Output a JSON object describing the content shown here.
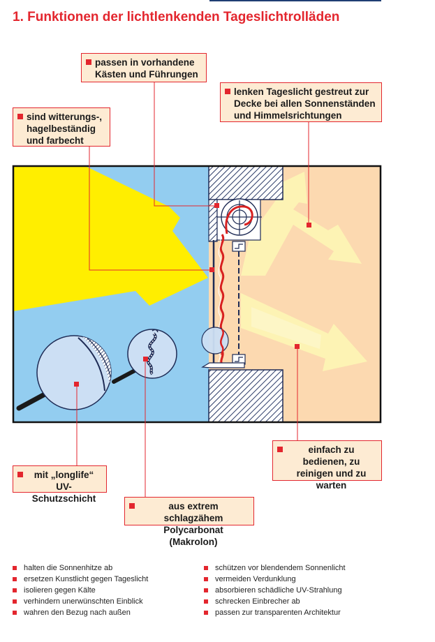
{
  "title": "1. Funktionen der lichtlenkenden Tageslichtrolläden",
  "callouts": {
    "kaesten": "passen in vorhandene Kästen und Führungen",
    "tageslicht": "lenken Tageslicht gestreut zur Decke bei allen Sonnenständen und Himmelsrichtungen",
    "witterung": "sind witterungs-, hagelbeständig und farbecht",
    "bedienen": "einfach zu bedienen, zu reinigen und zu warten",
    "longlife": "mit „longlife“ UV-Schutzschicht",
    "polycarbonat": "aus extrem schlagzähem Polycarbonat (Makrolon)"
  },
  "bullets_left": [
    "halten die Sonnenhitze ab",
    "ersetzen Kunstlicht gegen Tageslicht",
    "isolieren gegen Kälte",
    "verhindern unerwünschten Einblick",
    "wahren den Bezug nach außen"
  ],
  "bullets_right": [
    "schützen vor blendendem Sonnenlicht",
    "vermeiden Verdunklung",
    "absorbieren schädliche UV-Strahlung",
    "schrecken Einbrecher ab",
    "passen zur transparenten Architektur"
  ],
  "colors": {
    "accent": "#e3262e",
    "sky": "#93cdf0",
    "room": "#fcd9b0",
    "sun": "#ffee00",
    "callout_bg": "#fdebd3",
    "line": "#1f3e73"
  }
}
